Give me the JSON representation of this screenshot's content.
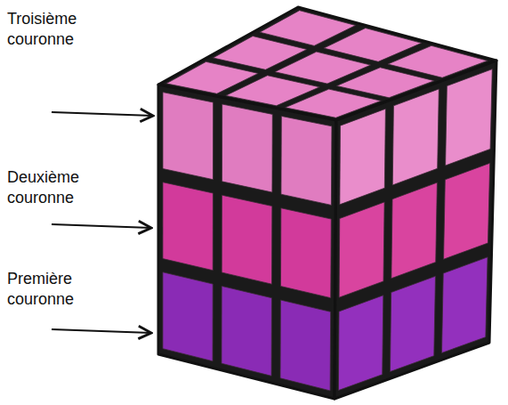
{
  "diagram": {
    "labels": [
      "Troisième couronne",
      "Deuxième couronne",
      "Première couronne"
    ]
  }
}
